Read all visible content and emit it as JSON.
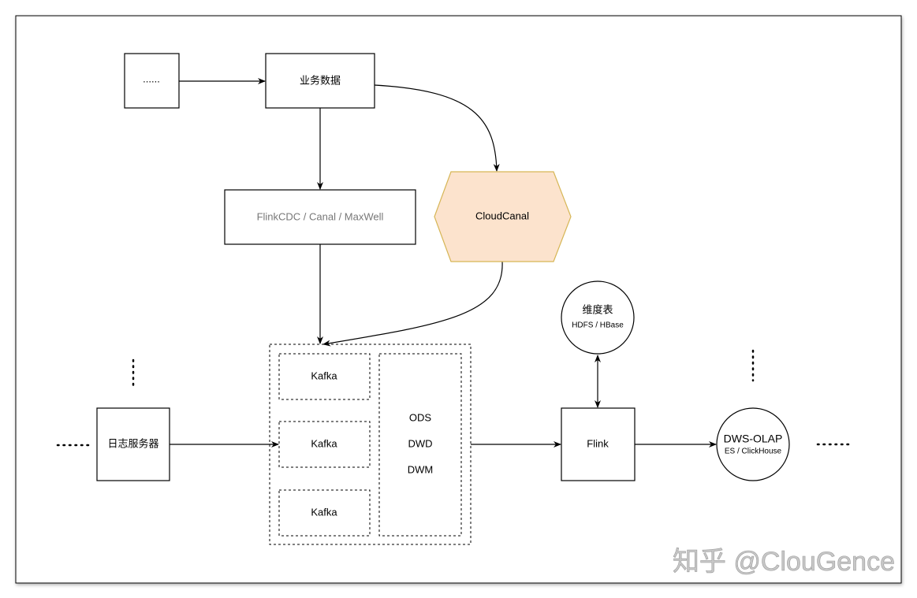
{
  "nodes": {
    "ellipsis_source": "......",
    "business_data": "业务数据",
    "cdc_tools": "FlinkCDC / Canal / MaxWell",
    "cloudcanal": "CloudCanal",
    "kafka": [
      "Kafka",
      "Kafka",
      "Kafka"
    ],
    "layers": [
      "ODS",
      "DWD",
      "DWM"
    ],
    "log_server": "日志服务器",
    "flink": "Flink",
    "dimension_table": {
      "title": "维度表",
      "subtitle": "HDFS / HBase"
    },
    "dws_olap": {
      "title": "DWS-OLAP",
      "subtitle": "ES / ClickHouse"
    }
  },
  "colors": {
    "cloudcanal_fill": "#fce3cd",
    "cloudcanal_stroke": "#d6b656",
    "cdc_text": "#777777"
  },
  "watermark": "知乎 @ClouGence"
}
